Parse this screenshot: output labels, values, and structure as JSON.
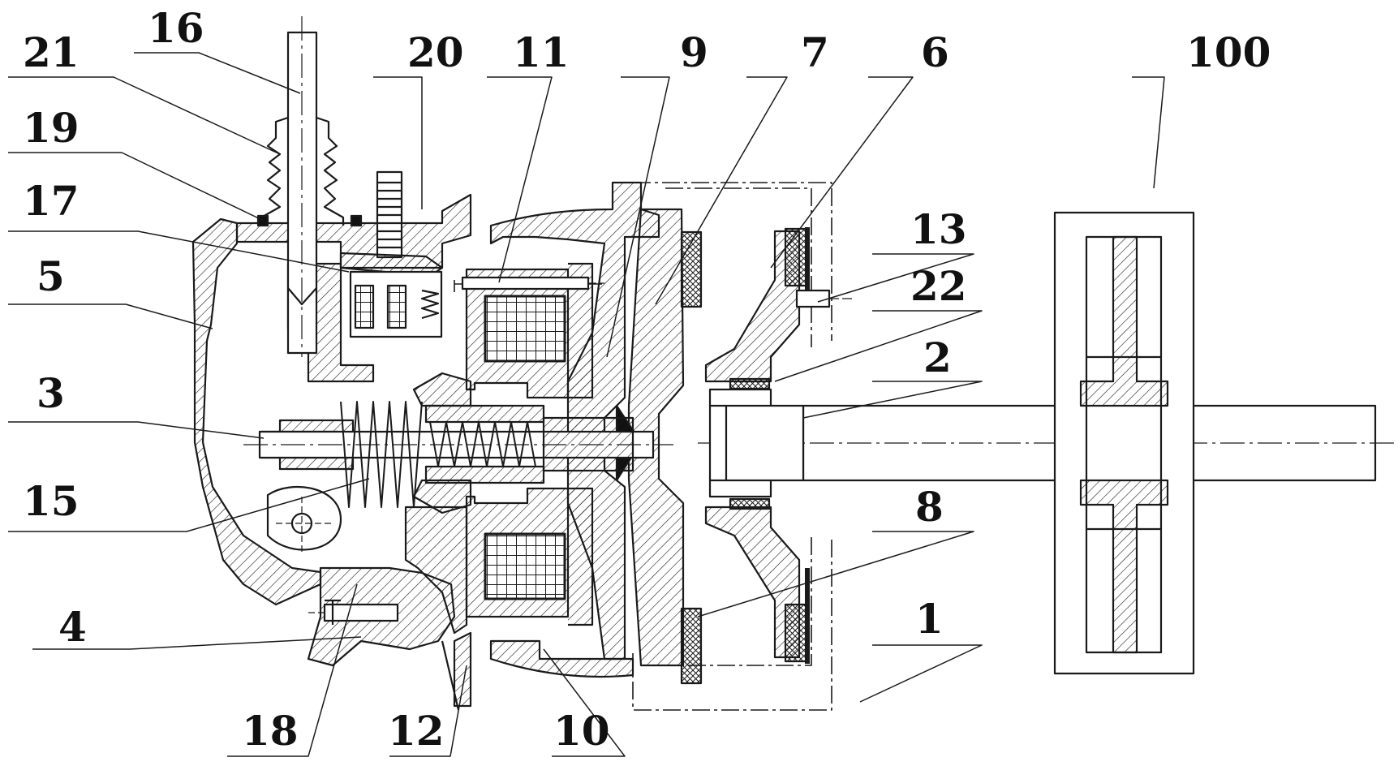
{
  "figure": {
    "line_color": "#1a1a1a",
    "background": "#ffffff",
    "callouts": {
      "c21": "21",
      "c16": "16",
      "c20": "20",
      "c11": "11",
      "c9": "9",
      "c7": "7",
      "c6": "6",
      "c100": "100",
      "c19": "19",
      "c17": "17",
      "c5": "5",
      "c13": "13",
      "c22": "22",
      "c2": "2",
      "c3": "3",
      "c15": "15",
      "c8": "8",
      "c1": "1",
      "c4": "4",
      "c18": "18",
      "c12": "12",
      "c10": "10"
    }
  }
}
